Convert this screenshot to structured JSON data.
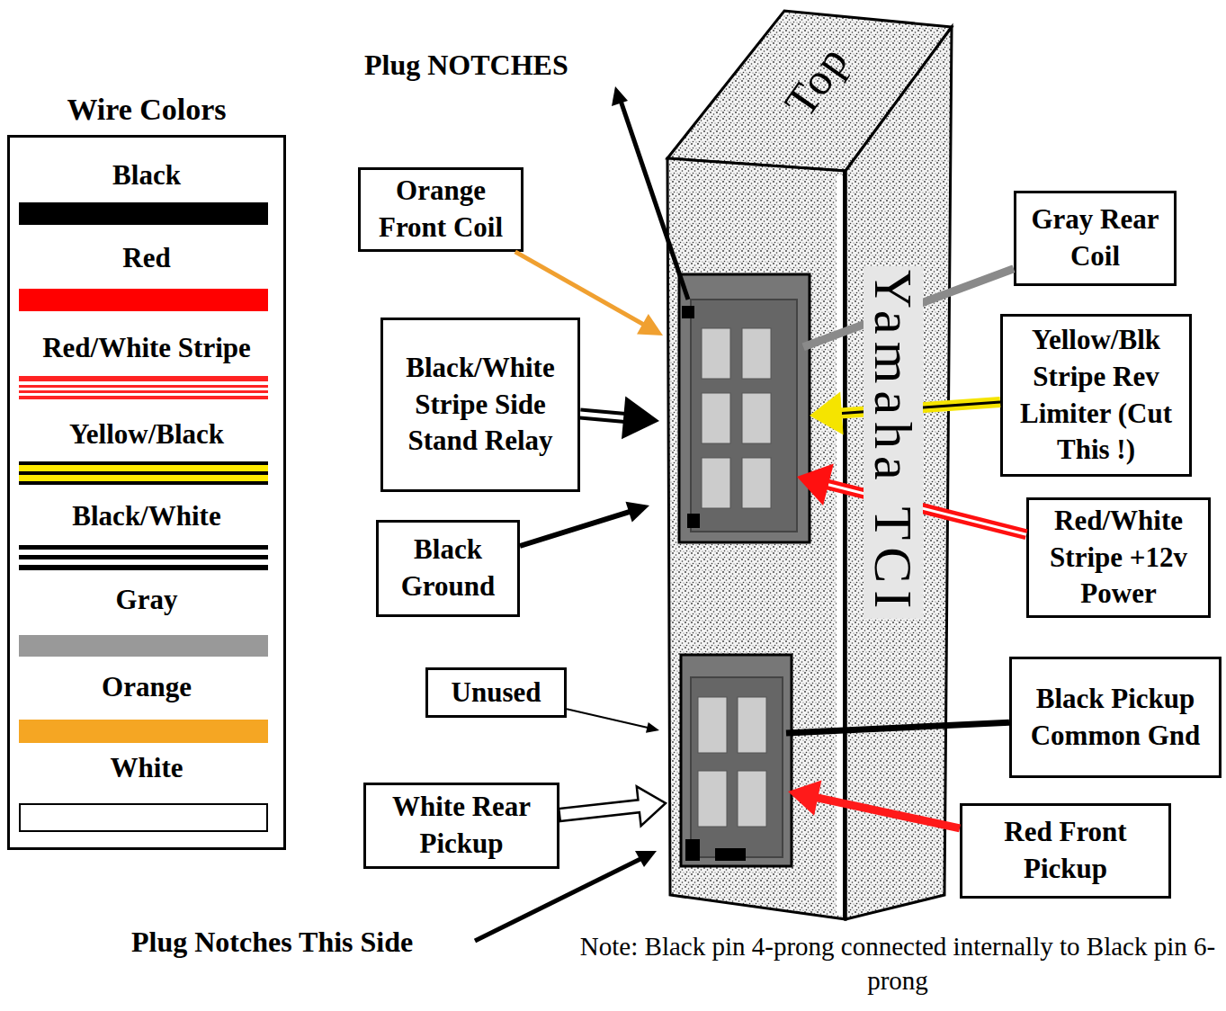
{
  "diagram": {
    "nodes": [
      {
        "text": [
          "Top",
          "Yamaha TCI"
        ]
      },
      {
        "text": [
          "Orange Front Coil"
        ]
      },
      {
        "text": [
          "Black/White Stripe Side Stand Relay"
        ]
      },
      {
        "text": [
          "Black Ground"
        ]
      },
      {
        "text": [
          "Unused"
        ]
      },
      {
        "text": [
          "White Rear Pickup"
        ]
      },
      {
        "text": [
          "Gray Rear Coil"
        ]
      },
      {
        "text": [
          "Yellow/Blk Stripe Rev Limiter (Cut This !)"
        ]
      },
      {
        "text": [
          "Red/White Stripe +12v Power"
        ]
      },
      {
        "text": [
          "Black Pickup Common Gnd"
        ]
      },
      {
        "text": [
          "Red Front Pickup"
        ]
      }
    ],
    "edges": [
      {
        "from": 1,
        "to": 0,
        "arrow": "to"
      },
      {
        "from": 2,
        "to": 0,
        "arrow": "to"
      },
      {
        "from": 3,
        "to": 0,
        "arrow": "to"
      },
      {
        "from": 4,
        "to": 0,
        "arrow": "to"
      },
      {
        "from": 5,
        "to": 0,
        "arrow": "to"
      },
      {
        "from": 6,
        "to": 0,
        "arrow": "none"
      },
      {
        "from": 7,
        "to": 0,
        "arrow": "to"
      },
      {
        "from": 8,
        "to": 0,
        "arrow": "to"
      },
      {
        "from": 9,
        "to": 0,
        "arrow": "none"
      },
      {
        "from": 10,
        "to": 0,
        "arrow": "to"
      }
    ],
    "labels": [
      "Plug NOTCHES",
      "Wire Colors",
      "Plug Notches This Side",
      "Note: Black pin 4-prong connected internally to Black pin 6-prong"
    ],
    "legend": [
      {
        "text": "Black",
        "color": "#000000"
      },
      {
        "text": "Red",
        "color": "#ff0000"
      },
      {
        "text": "Red/White Stripe"
      },
      {
        "text": "Yellow/Black"
      },
      {
        "text": "Black/White"
      },
      {
        "text": "Gray",
        "color": "#999999"
      },
      {
        "text": "Orange",
        "color": "#f5a623"
      },
      {
        "text": "White",
        "color": "#ffffff"
      }
    ]
  }
}
